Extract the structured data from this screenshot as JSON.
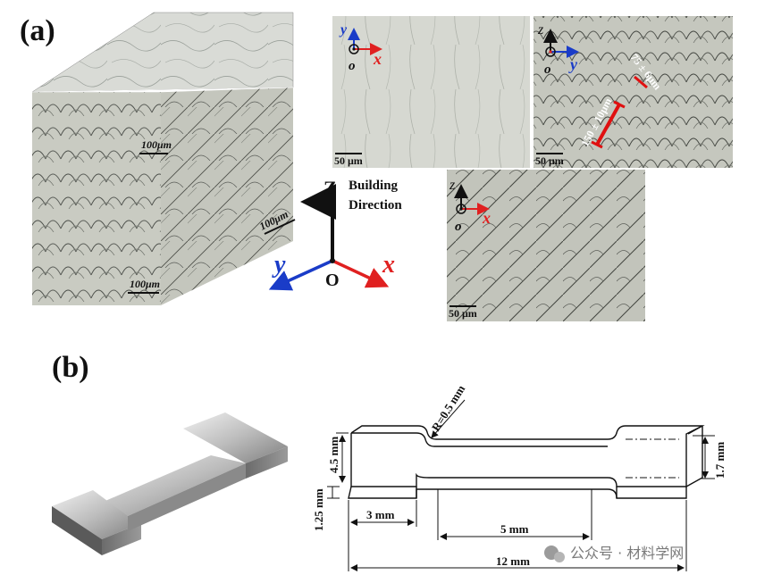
{
  "panel_labels": {
    "a": "(a)",
    "b": "(b)"
  },
  "cube": {
    "scale_top": "100μm",
    "scale_right": "100μm",
    "scale_bottom": "100μm"
  },
  "axes": {
    "z": "Z",
    "x": "x",
    "y": "y",
    "origin": "O",
    "building_line1": "Building",
    "building_line2": "Direction"
  },
  "micrographs": {
    "xy": {
      "axis_v": "y",
      "axis_h": "x",
      "origin": "o",
      "scale": "50 μm"
    },
    "yz": {
      "axis_v": "z",
      "axis_h": "y",
      "origin": "o",
      "scale": "50 μm",
      "annot_small": "75 ± 6μm",
      "annot_large": "150 ± 10μm"
    },
    "xz": {
      "axis_v": "z",
      "axis_h": "x",
      "origin": "o",
      "scale": "50 μm"
    }
  },
  "drawing": {
    "radius": "R=0.5 mm",
    "width": "4.5 mm",
    "thickness": "1.25 mm",
    "grip_len": "3 mm",
    "gauge_len": "5 mm",
    "total_len": "12 mm",
    "height": "1.7 mm"
  },
  "watermark": "公众号 · 材料学网",
  "colors": {
    "x_axis": "#e02020",
    "y_axis": "#1a3cc8",
    "z_axis": "#111111",
    "annot": "#e01010"
  }
}
